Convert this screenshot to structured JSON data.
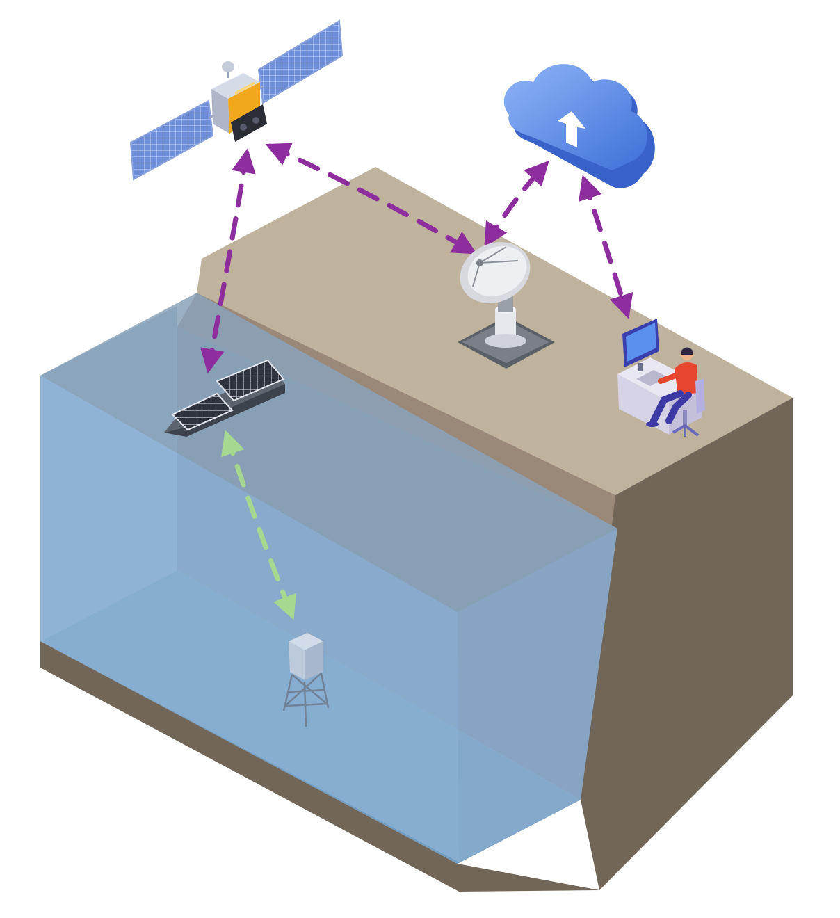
{
  "diagram": {
    "nodes": [
      {
        "id": "satellite",
        "icon": "satellite-icon"
      },
      {
        "id": "cloud",
        "icon": "cloud-upload-icon"
      },
      {
        "id": "ground-station",
        "icon": "satellite-dish-icon"
      },
      {
        "id": "operator",
        "icon": "operator-workstation-icon"
      },
      {
        "id": "solar-vessel",
        "icon": "solar-boat-icon"
      },
      {
        "id": "seabed-sensor",
        "icon": "seabed-sensor-tower-icon"
      }
    ],
    "links": [
      {
        "from": "satellite",
        "to": "ground-station",
        "style": "dashed",
        "direction": "bidirectional",
        "color": "#8e2e9e"
      },
      {
        "from": "satellite",
        "to": "solar-vessel",
        "style": "dashed",
        "direction": "bidirectional",
        "color": "#8e2e9e"
      },
      {
        "from": "ground-station",
        "to": "cloud",
        "style": "dashed",
        "direction": "bidirectional",
        "color": "#8e2e9e"
      },
      {
        "from": "cloud",
        "to": "operator",
        "style": "dashed",
        "direction": "bidirectional",
        "color": "#8e2e9e"
      },
      {
        "from": "solar-vessel",
        "to": "seabed-sensor",
        "style": "dashed",
        "direction": "bidirectional",
        "color": "#a6d98f"
      }
    ]
  },
  "colors": {
    "land_top": "#bfb39d",
    "land_edge": "#9a8878",
    "land_side": "#716657",
    "water": "#7fa7cb",
    "water_deep": "#6f9cc2",
    "satellite_link": "#8e2e9e",
    "acoustic_link": "#a6d98f",
    "cloud": "#4f7fe0"
  }
}
